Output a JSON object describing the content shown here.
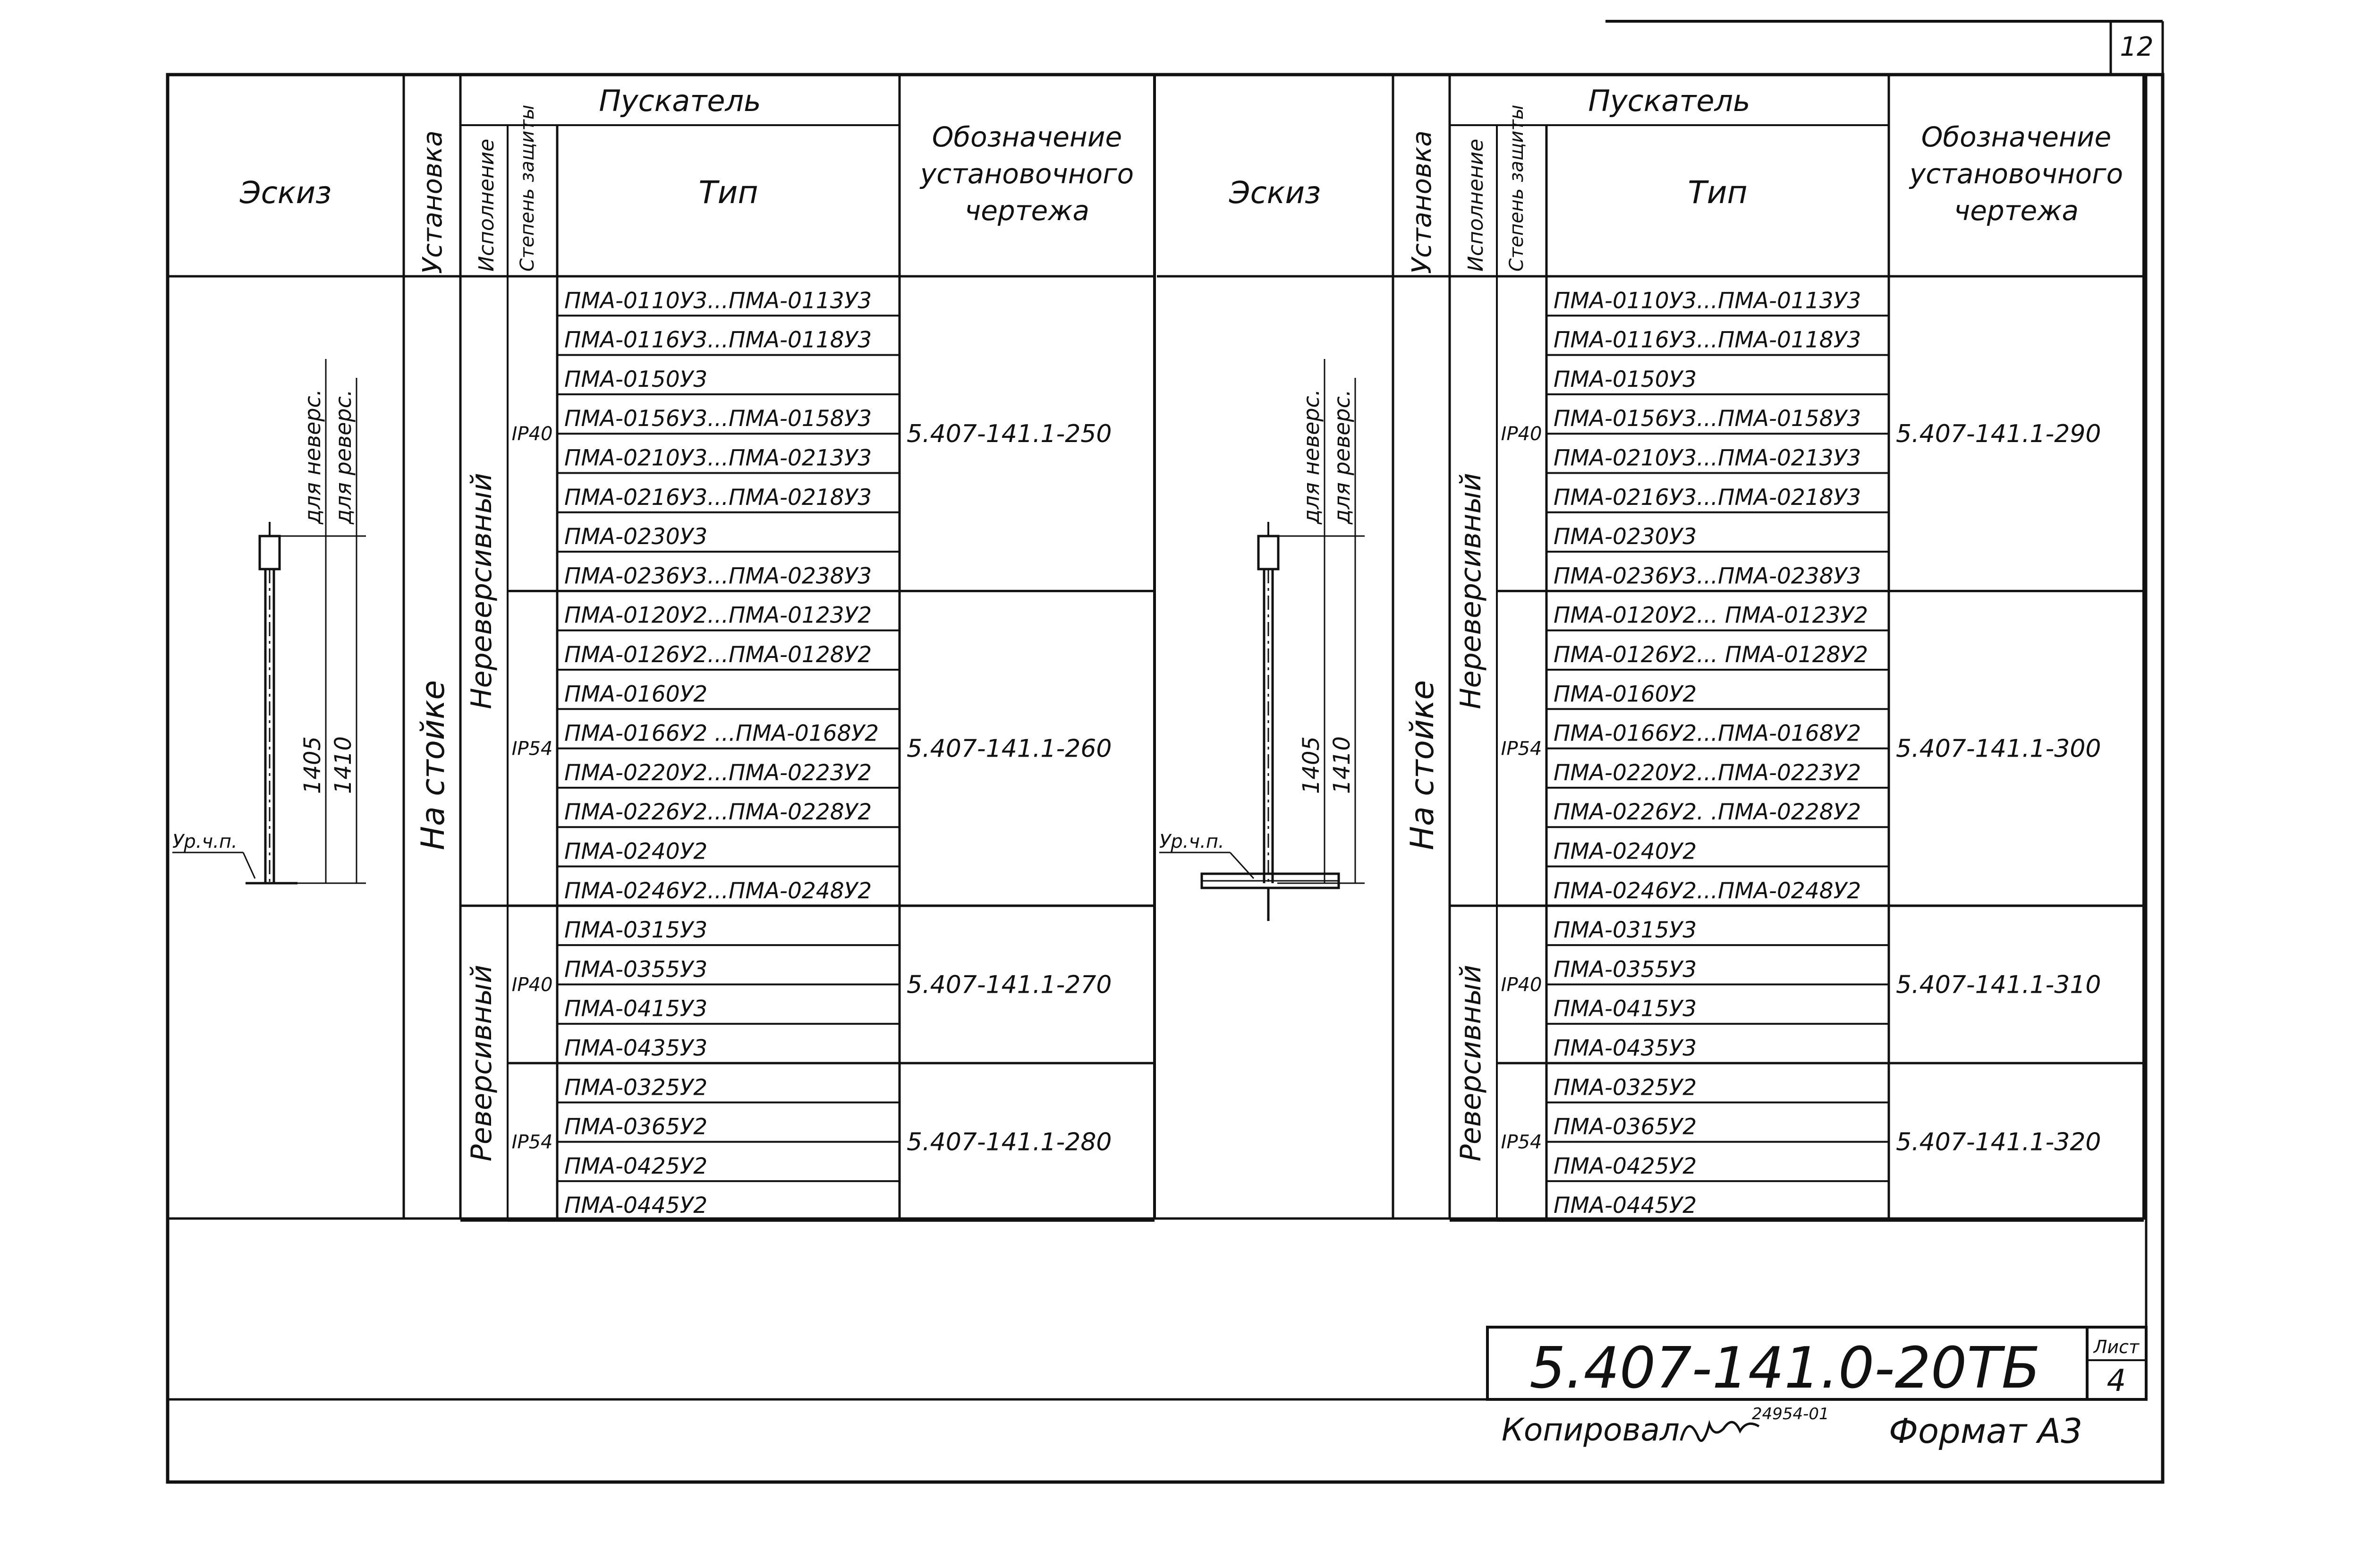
{
  "page_number": "12",
  "headers": {
    "sketch": "Эскиз",
    "installation": "Установка",
    "starter": "Пускатель",
    "execution": "Исполнение",
    "protection": "Степень защиты",
    "type": "Тип",
    "drawing": [
      "Обозначение",
      "установочного",
      "чертежа"
    ]
  },
  "panels": [
    {
      "installation": "На стойке",
      "sketch": {
        "dim_a": "1405",
        "dim_b": "1410",
        "level": "Ур.ч.п.",
        "note_nonrev": "для неверс.",
        "note_rev": "для реверс."
      },
      "groups": [
        {
          "execution": "Нереверсивный",
          "blocks": [
            {
              "ip": "IP40",
              "drawing": "5.407-141.1-250",
              "types": [
                "ПМА-0110У3...ПМА-0113У3",
                "ПМА-0116У3...ПМА-0118У3",
                "ПМА-0150У3",
                "ПМА-0156У3...ПМА-0158У3",
                "ПМА-0210У3...ПМА-0213У3",
                "ПМА-0216У3...ПМА-0218У3",
                "ПМА-0230У3",
                "ПМА-0236У3...ПМА-0238У3"
              ]
            },
            {
              "ip": "IP54",
              "drawing": "5.407-141.1-260",
              "types": [
                "ПМА-0120У2...ПМА-0123У2",
                "ПМА-0126У2...ПМА-0128У2",
                "ПМА-0160У2",
                "ПМА-0166У2 ...ПМА-0168У2",
                "ПМА-0220У2...ПМА-0223У2",
                "ПМА-0226У2...ПМА-0228У2",
                "ПМА-0240У2",
                "ПМА-0246У2...ПМА-0248У2"
              ]
            }
          ]
        },
        {
          "execution": "Реверсивный",
          "blocks": [
            {
              "ip": "IP40",
              "drawing": "5.407-141.1-270",
              "types": [
                "ПМА-0315У3",
                "ПМА-0355У3",
                "ПМА-0415У3",
                "ПМА-0435У3"
              ]
            },
            {
              "ip": "IP54",
              "drawing": "5.407-141.1-280",
              "types": [
                "ПМА-0325У2",
                "ПМА-0365У2",
                "ПМА-0425У2",
                "ПМА-0445У2"
              ]
            }
          ]
        }
      ]
    },
    {
      "installation": "На стойке",
      "sketch": {
        "dim_a": "1405",
        "dim_b": "1410",
        "level": "Ур.ч.п.",
        "note_nonrev": "для неверс.",
        "note_rev": "для реверс."
      },
      "groups": [
        {
          "execution": "Нереверсивный",
          "blocks": [
            {
              "ip": "IP40",
              "drawing": "5.407-141.1-290",
              "types": [
                "ПМА-0110У3...ПМА-0113У3",
                "ПМА-0116У3...ПМА-0118У3",
                "ПМА-0150У3",
                "ПМА-0156У3...ПМА-0158У3",
                "ПМА-0210У3...ПМА-0213У3",
                "ПМА-0216У3...ПМА-0218У3",
                "ПМА-0230У3",
                "ПМА-0236У3...ПМА-0238У3"
              ]
            },
            {
              "ip": "IP54",
              "drawing": "5.407-141.1-300",
              "types": [
                "ПМА-0120У2... ПМА-0123У2",
                "ПМА-0126У2... ПМА-0128У2",
                "ПМА-0160У2",
                "ПМА-0166У2...ПМА-0168У2",
                "ПМА-0220У2...ПМА-0223У2",
                "ПМА-0226У2. .ПМА-0228У2",
                "ПМА-0240У2",
                "ПМА-0246У2...ПМА-0248У2"
              ]
            }
          ]
        },
        {
          "execution": "Реверсивный",
          "blocks": [
            {
              "ip": "IP40",
              "drawing": "5.407-141.1-310",
              "types": [
                "ПМА-0315У3",
                "ПМА-0355У3",
                "ПМА-0415У3",
                "ПМА-0435У3"
              ]
            },
            {
              "ip": "IP54",
              "drawing": "5.407-141.1-320",
              "types": [
                "ПМА-0325У2",
                "ПМА-0365У2",
                "ПМА-0425У2",
                "ПМА-0445У2"
              ]
            }
          ]
        }
      ]
    }
  ],
  "title_block": {
    "code": "5.407-141.0-20ТБ",
    "sheet_label": "Лист",
    "sheet_number": "4"
  },
  "footer": {
    "copied": "Копировал",
    "inventory": "24954-01",
    "format": "Формат А3"
  }
}
